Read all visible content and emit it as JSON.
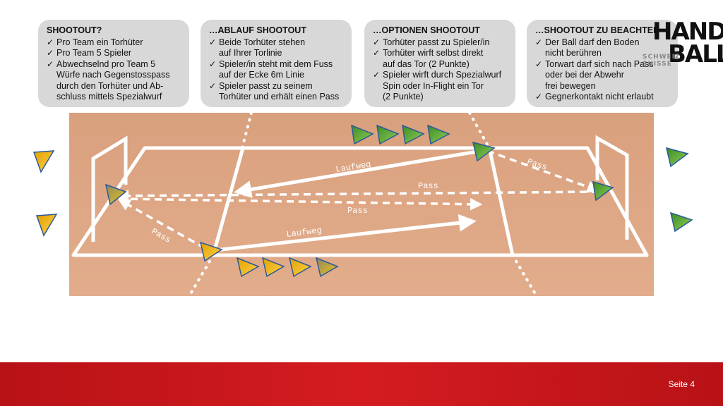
{
  "boxes": [
    {
      "title": "SHOOTOUT?",
      "items": [
        "Pro Team ein Torhüter",
        "Pro Team 5 Spieler",
        "Abwechselnd pro Team 5\nWürfe nach Gegenstosspass\ndurch den Torhüter und Ab-\nschluss mittels Spezialwurf"
      ]
    },
    {
      "title": "…ABLAUF SHOOTOUT",
      "items": [
        "Beide Torhüter stehen\nauf Ihrer Torlinie",
        "Spieler/in steht mit dem Fuss\nauf der Ecke 6m Linie",
        "Spieler passt zu seinem\nTorhüter und erhält einen Pass"
      ]
    },
    {
      "title": "…OPTIONEN SHOOTOUT",
      "items": [
        "Torhüter passt zu Spieler/in",
        "Torhüter wirft selbst direkt\nauf das Tor (2 Punkte)",
        "Spieler wirft durch Spezialwurf\nSpin oder In-Flight ein Tor\n(2 Punkte)"
      ]
    },
    {
      "title": "…SHOOTOUT ZU BEACHTEN",
      "items": [
        "Der Ball darf den Boden\nnicht berühren",
        "Torwart darf sich nach Pass\noder bei der Abwehr\nfrei bewegen",
        "Gegnerkontakt nicht erlaubt"
      ]
    }
  ],
  "logo": {
    "line1": "HAND",
    "line2": "BALL",
    "line3": "SCHWEIZ SUISSE"
  },
  "court_labels": {
    "laufweg_top": "Laufweg",
    "laufweg_bottom": "Laufweg",
    "pass_right_diag": "Pass",
    "pass_mid_top": "Pass",
    "pass_mid_bottom": "Pass",
    "pass_left_diag": "Pass"
  },
  "colors": {
    "court": "#d9a07d",
    "lines": "#ffffff",
    "team_green": "#5fb238",
    "team_yellow": "#f0b400",
    "footer_red": "#c8181c"
  },
  "footer": {
    "page": "Seite 4"
  }
}
